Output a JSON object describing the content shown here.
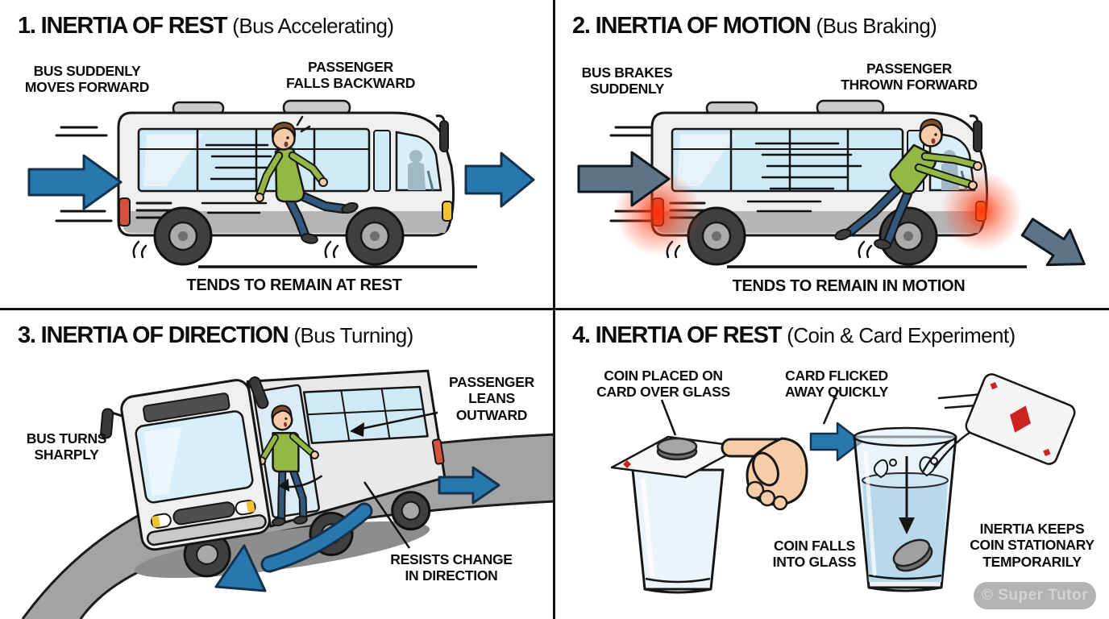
{
  "colors": {
    "arrow_blue": "#2878ae",
    "arrow_slate": "#5d7386",
    "window_blue": "#cfe9f5",
    "bus_body": "#efefef",
    "road_gray": "#a3a3a3",
    "shirt_green": "#93b944",
    "jeans_blue": "#33587d",
    "brake_red": "#d6503c",
    "card_red": "#cc2222"
  },
  "panel1": {
    "title": "1. INERTIA OF REST",
    "subtitle": "(Bus Accelerating)",
    "label_bus": "BUS SUDDENLY\nMOVES FORWARD",
    "label_passenger": "PASSENGER\nFALLS BACKWARD",
    "caption": "TENDS TO REMAIN AT REST"
  },
  "panel2": {
    "title": "2. INERTIA OF MOTION",
    "subtitle": "(Bus Braking)",
    "label_bus": "BUS BRAKES\nSUDDENLY",
    "label_passenger": "PASSENGER\nTHROWN FORWARD",
    "caption": "TENDS TO REMAIN IN MOTION"
  },
  "panel3": {
    "title": "3. INERTIA OF DIRECTION",
    "subtitle": "(Bus Turning)",
    "label_bus": "BUS TURNS\nSHARPLY",
    "label_passenger": "PASSENGER\nLEANS\nOUTWARD",
    "label_resists": "RESISTS CHANGE\nIN DIRECTION"
  },
  "panel4": {
    "title": "4. INERTIA OF REST",
    "subtitle": "(Coin & Card Experiment)",
    "label_coin_placed": "COIN PLACED ON\nCARD OVER GLASS",
    "label_card_flicked": "CARD FLICKED\nAWAY QUICKLY",
    "label_coin_falls": "COIN FALLS\nINTO GLASS",
    "label_inertia": "INERTIA KEEPS\nCOIN STATIONARY\nTEMPORARILY"
  },
  "watermark": "© Super Tutor"
}
